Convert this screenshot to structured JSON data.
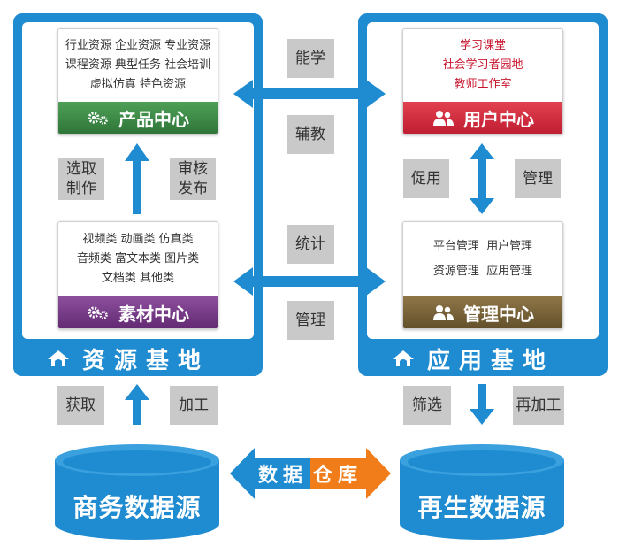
{
  "resource_base": {
    "title": "资源基地",
    "product_center": {
      "title": "产品中心",
      "rows": [
        "行业资源 企业资源 专业资源",
        "课程资源 典型任务 社会培训",
        "虚拟仿真 特色资源"
      ]
    },
    "material_center": {
      "title": "素材中心",
      "rows": [
        "视频类 动画类 仿真类",
        "音频类 富文本类 图片类",
        "文档类 其他类"
      ]
    },
    "tag_select": "选取\n制作",
    "tag_review": "审核\n发布"
  },
  "app_base": {
    "title": "应用基地",
    "user_center": {
      "title": "用户中心",
      "rows": [
        "学习课堂",
        "社会学习者园地",
        "教师工作室"
      ]
    },
    "mgmt_center": {
      "title": "管理中心",
      "rows": [
        "平台管理  用户管理",
        "资源管理  应用管理"
      ]
    },
    "tag_promote": "促用",
    "tag_manage": "管理"
  },
  "middle_tags": {
    "ability": "能学",
    "assist": "辅教",
    "stats": "统计",
    "manage": "管理"
  },
  "bottom": {
    "obtain": "获取",
    "process": "加工",
    "filter": "筛选",
    "reprocess": "再加工",
    "commercial_source": "商务数据源",
    "regenerated_source": "再生数据源",
    "bridge_part1": "数据",
    "bridge_part2": "仓库"
  },
  "colors": {
    "blue": "#1f8bd0",
    "product_green": "#3f8a47",
    "material_purple": "#7a3d8a",
    "user_red": "#d6283d",
    "mgmt_brown": "#7a6338",
    "orange": "#f07d1a",
    "tag_gray": "#c9c9c9"
  }
}
